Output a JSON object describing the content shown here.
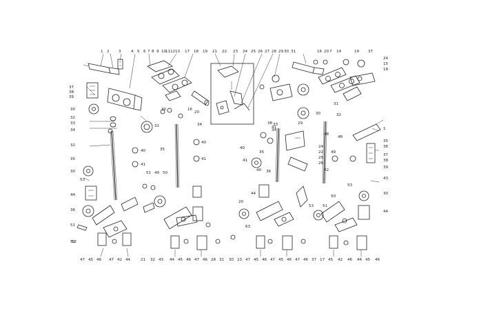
{
  "figure": {
    "kind": "exploded-parts-diagram",
    "background": "#ffffff",
    "ink_color": "#222222"
  },
  "callouts": {
    "top_left_row": [
      "1",
      "2",
      "3",
      "4",
      "5",
      "6",
      "7",
      "8",
      "9",
      "10",
      "11",
      "12",
      "13",
      "17",
      "18",
      "19",
      "21",
      "22",
      "23",
      "24",
      "25",
      "26",
      "27",
      "28",
      "29",
      "30",
      "31"
    ],
    "top_right_row": [
      "16",
      "20",
      "7",
      "14",
      "19",
      "37",
      "24",
      "15",
      "18"
    ],
    "left_column": [
      "37",
      "38",
      "39",
      "30",
      "32",
      "33",
      "34",
      "32",
      "35",
      "30",
      "53",
      "44",
      "36",
      "51",
      "52"
    ],
    "right_column": [
      "1",
      "35",
      "36",
      "37",
      "38",
      "39",
      "43",
      "30",
      "44"
    ],
    "bottom_row": [
      "47",
      "45",
      "46",
      "47",
      "42",
      "44",
      "21",
      "32",
      "43",
      "44",
      "45",
      "46",
      "47",
      "46",
      "28",
      "31",
      "30",
      "23",
      "47",
      "45",
      "46",
      "47",
      "45",
      "46",
      "47",
      "46",
      "37",
      "17",
      "45",
      "42",
      "46",
      "44",
      "45",
      "46"
    ],
    "inner": [
      "40",
      "41",
      "40",
      "41",
      "50",
      "49",
      "51",
      "30",
      "31",
      "16",
      "20",
      "34",
      "35",
      "38",
      "40",
      "41",
      "48",
      "24",
      "22",
      "25",
      "26",
      "42",
      "52",
      "53",
      "33",
      "34",
      "35",
      "36",
      "40",
      "41",
      "29",
      "30",
      "31",
      "32",
      "48",
      "49",
      "50",
      "51",
      "53",
      "63",
      "20",
      "44"
    ]
  }
}
